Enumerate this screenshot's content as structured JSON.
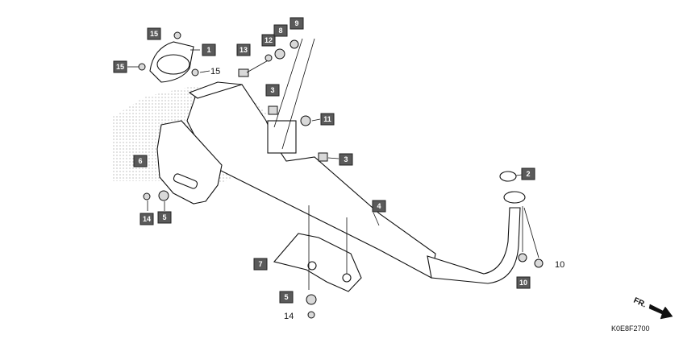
{
  "diagram": {
    "callouts": [
      {
        "id": "c15a",
        "label": "15"
      },
      {
        "id": "c1",
        "label": "1"
      },
      {
        "id": "c15b",
        "label": "15"
      },
      {
        "id": "c13",
        "label": "13"
      },
      {
        "id": "c12",
        "label": "12"
      },
      {
        "id": "c8",
        "label": "8"
      },
      {
        "id": "c9",
        "label": "9"
      },
      {
        "id": "c3a",
        "label": "3"
      },
      {
        "id": "c11",
        "label": "11"
      },
      {
        "id": "c3b",
        "label": "3"
      },
      {
        "id": "c6",
        "label": "6"
      },
      {
        "id": "c2",
        "label": "2"
      },
      {
        "id": "c4",
        "label": "4"
      },
      {
        "id": "c14a",
        "label": "14"
      },
      {
        "id": "c5a",
        "label": "5"
      },
      {
        "id": "c7",
        "label": "7"
      },
      {
        "id": "c10a",
        "label": "10"
      },
      {
        "id": "c5b",
        "label": "5"
      }
    ],
    "plain_labels": [
      {
        "id": "p15",
        "label": "15"
      },
      {
        "id": "p10",
        "label": "10"
      },
      {
        "id": "p14",
        "label": "14"
      }
    ],
    "direction_label": "FR.",
    "drawing_code": "K0E8F2700"
  },
  "colors": {
    "callout_fill": "#5a5a5a",
    "line": "#111111",
    "background": "#ffffff"
  }
}
